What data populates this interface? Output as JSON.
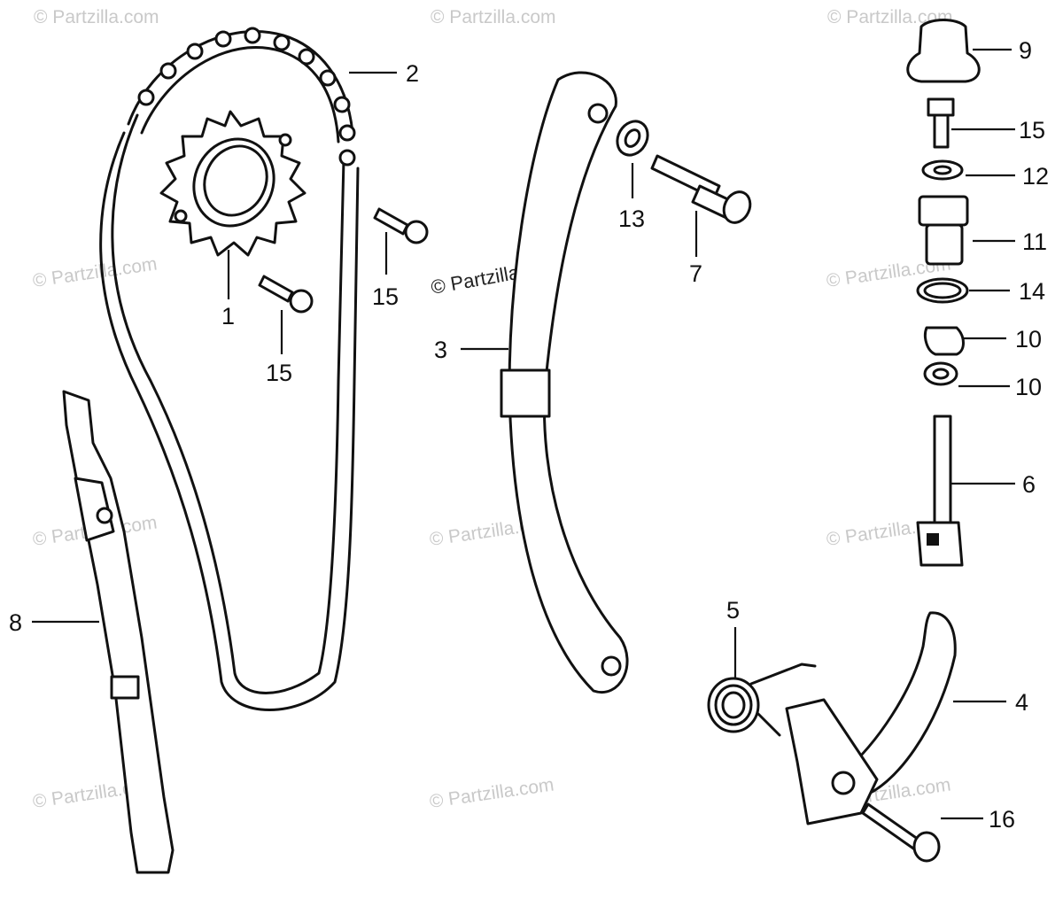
{
  "watermarks": {
    "tile_text": "© Partzilla.com",
    "center_text": "© Partzilla.com"
  },
  "callouts": [
    {
      "id": "c1",
      "label": "1"
    },
    {
      "id": "c2",
      "label": "2"
    },
    {
      "id": "c3",
      "label": "3"
    },
    {
      "id": "c4",
      "label": "4"
    },
    {
      "id": "c5",
      "label": "5"
    },
    {
      "id": "c6",
      "label": "6"
    },
    {
      "id": "c7",
      "label": "7"
    },
    {
      "id": "c8",
      "label": "8"
    },
    {
      "id": "c9",
      "label": "9"
    },
    {
      "id": "c10a",
      "label": "10"
    },
    {
      "id": "c10b",
      "label": "10"
    },
    {
      "id": "c11",
      "label": "11"
    },
    {
      "id": "c12",
      "label": "12"
    },
    {
      "id": "c13",
      "label": "13"
    },
    {
      "id": "c14",
      "label": "14"
    },
    {
      "id": "c15a",
      "label": "15"
    },
    {
      "id": "c15b",
      "label": "15"
    },
    {
      "id": "c15c",
      "label": "15"
    },
    {
      "id": "c16",
      "label": "16"
    }
  ],
  "colors": {
    "ink": "#111111",
    "background": "#ffffff",
    "watermark": "#c9c9c9"
  }
}
